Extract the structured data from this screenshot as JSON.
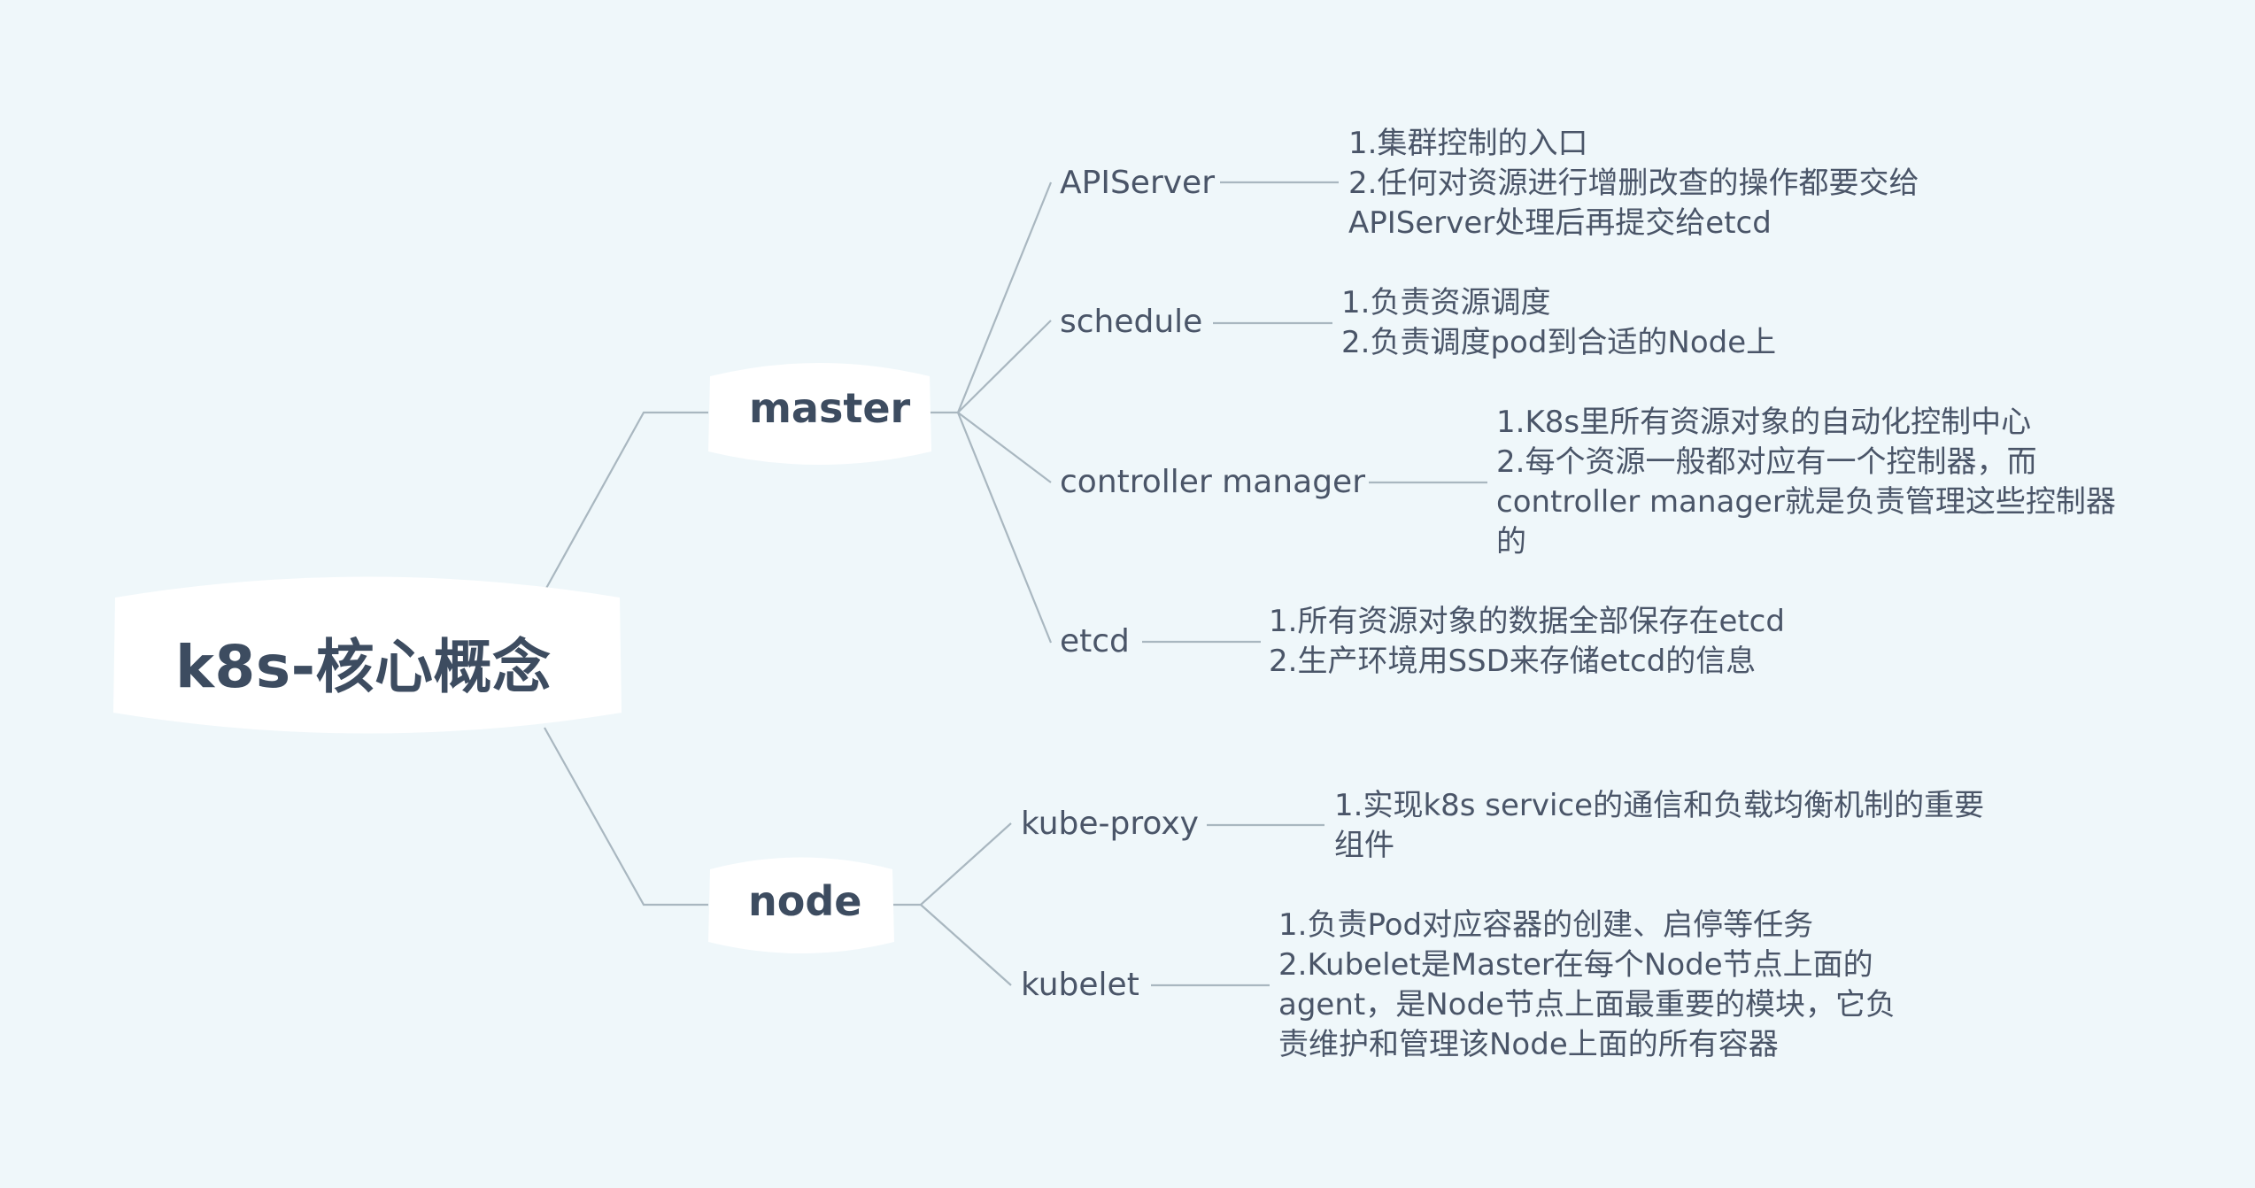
{
  "root": {
    "label": "k8s-核心概念"
  },
  "master": {
    "label": "master",
    "components": [
      {
        "name": "APIServer",
        "notes": [
          "1.集群控制的入口",
          "2.任何对资源进行增删改查的操作都要交给",
          "APIServer处理后再提交给etcd"
        ]
      },
      {
        "name": "schedule",
        "notes": [
          "1.负责资源调度",
          "2.负责调度pod到合适的Node上"
        ]
      },
      {
        "name": "controller manager",
        "notes": [
          "1.K8s里所有资源对象的自动化控制中心",
          "2.每个资源一般都对应有一个控制器，而",
          "controller manager就是负责管理这些控制器",
          "的"
        ]
      },
      {
        "name": "etcd",
        "notes": [
          "1.所有资源对象的数据全部保存在etcd",
          "2.生产环境用SSD来存储etcd的信息"
        ]
      }
    ]
  },
  "node": {
    "label": "node",
    "components": [
      {
        "name": "kube-proxy",
        "notes": [
          "1.实现k8s service的通信和负载均衡机制的重要",
          "组件"
        ]
      },
      {
        "name": "kubelet",
        "notes": [
          "1.负责Pod对应容器的创建、启停等任务",
          "2.Kubelet是Master在每个Node节点上面的",
          "agent，是Node节点上面最重要的模块，它负",
          "责维护和管理该Node上面的所有容器"
        ]
      }
    ]
  }
}
